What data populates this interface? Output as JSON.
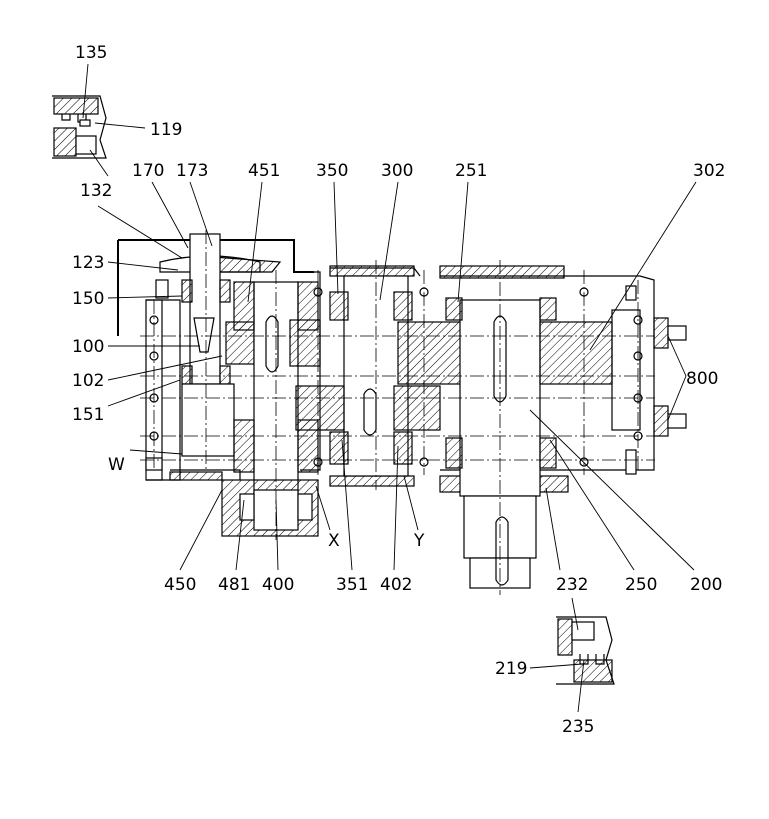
{
  "labels": {
    "l135": "135",
    "l119": "119",
    "l132": "132",
    "l170": "170",
    "l173": "173",
    "l451": "451",
    "l350": "350",
    "l300": "300",
    "l251": "251",
    "l302": "302",
    "l123": "123",
    "l150": "150",
    "l100": "100",
    "l102": "102",
    "l151": "151",
    "lW": "W",
    "l800": "800",
    "l450": "450",
    "l481": "481",
    "l400": "400",
    "lX": "X",
    "l351": "351",
    "l402": "402",
    "lY": "Y",
    "l232": "232",
    "l250": "250",
    "l200": "200",
    "l219": "219",
    "l235": "235"
  }
}
